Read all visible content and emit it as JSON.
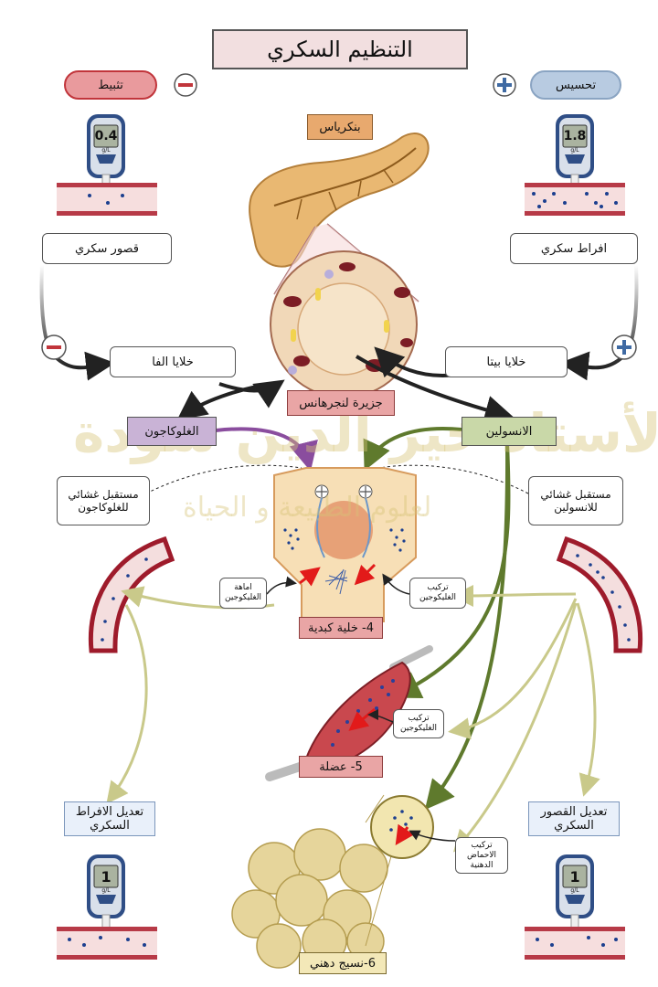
{
  "title": "التنظيم السكري",
  "inhibition_label": "تثبيط",
  "sensitization_label": "تحسيس",
  "minus_symbol": "−",
  "plus_symbol": "+",
  "pancreas_label": "بنكرياس",
  "islet_label": "جزيرة لنجرهانس",
  "alpha_cells": "خلايا الفا",
  "beta_cells": "خلايا بيتا",
  "hypoglycemia": "قصور سكري",
  "hyperglycemia": "افراط سكري",
  "glucagon": "الغلوكاجون",
  "insulin": "الانسولين",
  "glucagon_receptor": "مستقبل غشائي للغلوكاجون",
  "insulin_receptor": "مستقبل غشائي للانسولين",
  "glycogenolysis": "اماهة الغليكوجين",
  "glycogenesis": "تركيب الغليكوجين",
  "liver_cell": "4- خلية كبدية",
  "muscle_glycogenesis": "تركيب الغليكوجين",
  "muscle": "5- عضلة",
  "lipogenesis": "تركيب الاحماض الدهنية",
  "adipose": "6-نسيج دهني",
  "correct_hyper": "تعديل الافراط السكري",
  "correct_hypo": "تعديل القصور السكري",
  "meters": {
    "top_left": "0.4",
    "top_right": "1.8",
    "bottom_left": "1",
    "bottom_right": "1",
    "unit": "g/L"
  },
  "watermark": {
    "line1": "الأستاذ خير الدين سودة",
    "line2": "لعلوم الطبيعة و الحياة"
  },
  "colors": {
    "glucagon_arrow": "#8a4d9e",
    "insulin_arrow": "#5f7a2d",
    "effect_arrow": "#c9c98a",
    "dark_arrow": "#222222",
    "vessel": "#9e1b2b",
    "glucose_dot": "#1c3f8f"
  }
}
